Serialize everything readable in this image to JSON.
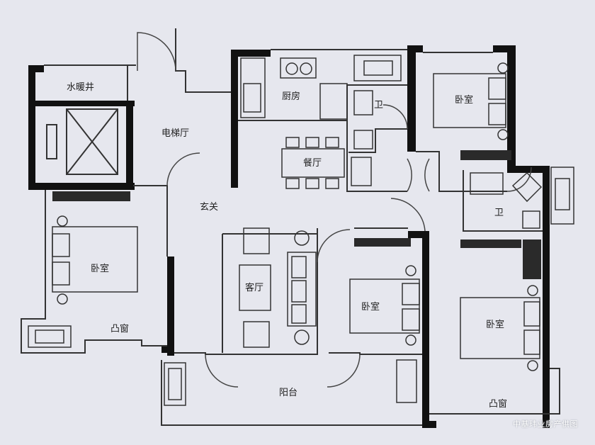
{
  "rooms": {
    "water_heating_shaft": "水暖井",
    "elevator_hall": "电梯厅",
    "kitchen": "厨房",
    "bathroom_top": "卫",
    "bedroom_top_right": "卧室",
    "dining": "餐厅",
    "foyer": "玄关",
    "bathroom_right": "卫",
    "bedroom_left": "卧室",
    "living_room": "客厅",
    "bedroom_middle": "卧室",
    "bedroom_bottom_right": "卧室",
    "bay_window_left": "凸窗",
    "bay_window_right": "凸窗",
    "balcony": "阳台"
  },
  "credit": "中基玮业房产供图",
  "colors": {
    "background": "#e6e7ee",
    "wall": "#111111",
    "thin_line": "#333333",
    "label": "#222222"
  }
}
